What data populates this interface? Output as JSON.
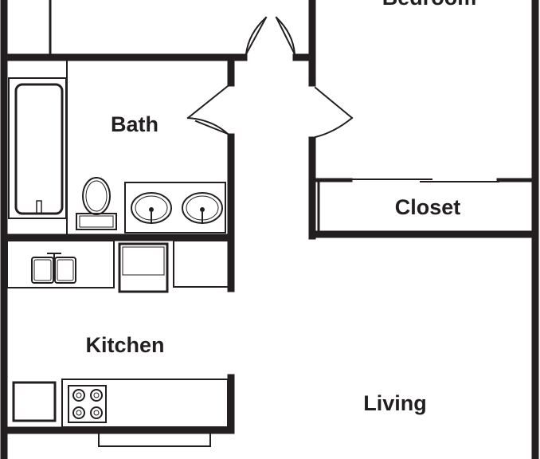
{
  "rooms": {
    "bedroom": "Bedroom",
    "bath": "Bath",
    "closet": "Closet",
    "kitchen": "Kitchen",
    "living": "Living"
  },
  "colors": {
    "wall": "#231f20",
    "fixture": "#231f20",
    "background": "#ffffff"
  }
}
